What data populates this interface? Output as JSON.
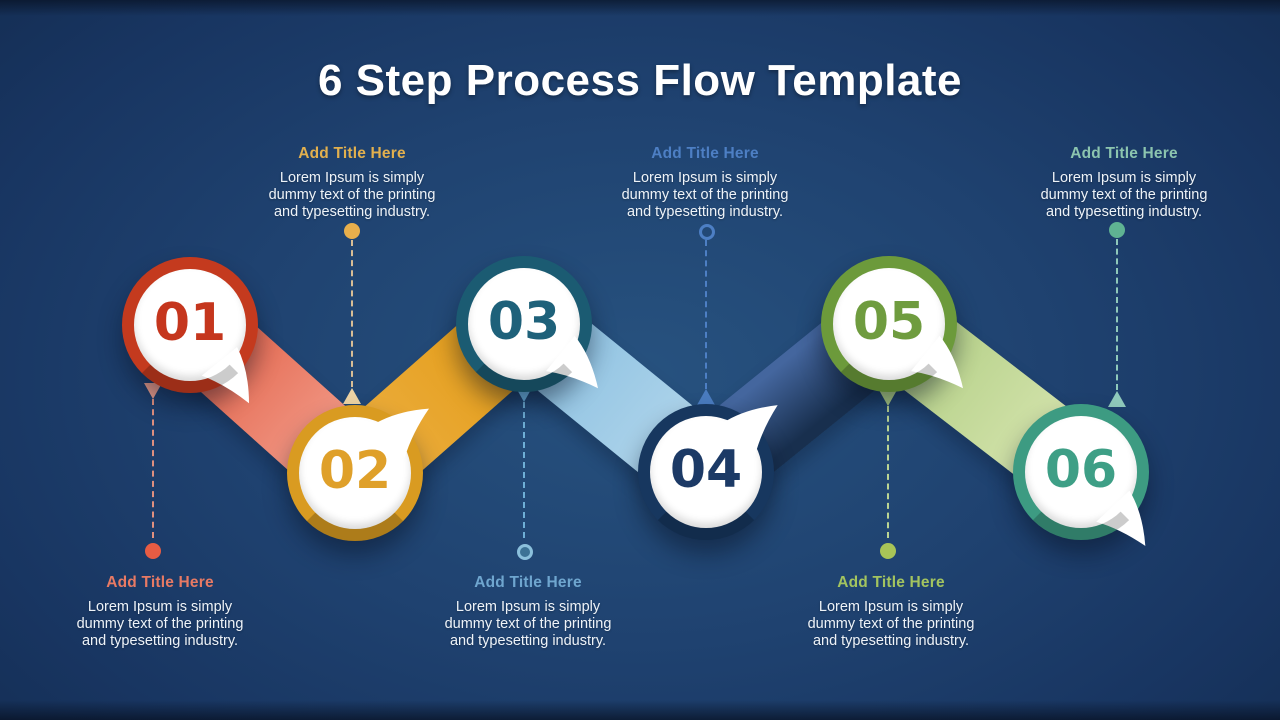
{
  "slide": {
    "title": "6 Step Process Flow Template",
    "background_center_color": "#27527f",
    "background_edge_color": "#122a4d"
  },
  "steps": [
    {
      "number": "01",
      "title": "Add Title Here",
      "body": "Lorem Ipsum is simply dummy text of the printing and typesetting industry.",
      "body_lines": [
        "Lorem Ipsum is simply",
        "dummy text of the printing",
        "and typesetting industry."
      ],
      "label_position": "below",
      "ring_color": "#c43a1e",
      "label_color": "#e87a64",
      "dot_color": "#e85c43",
      "line_color": "#e0907f"
    },
    {
      "number": "02",
      "title": "Add Title Here",
      "body": "Lorem Ipsum is simply dummy text of the printing and typesetting industry.",
      "body_lines": [
        "Lorem Ipsum is simply",
        "dummy text of the printing",
        "and typesetting industry."
      ],
      "label_position": "above",
      "ring_color": "#d99b21",
      "label_color": "#e2b04e",
      "dot_color": "#e8af4c",
      "line_color": "#d9be96"
    },
    {
      "number": "03",
      "title": "Add Title Here",
      "body": "Lorem Ipsum is simply dummy text of the printing and typesetting industry.",
      "body_lines": [
        "Lorem Ipsum is simply",
        "dummy text of the printing",
        "and typesetting industry."
      ],
      "label_position": "below",
      "ring_color": "#1b5b72",
      "label_color": "#6fa6cf",
      "dot_color": "#3c7295",
      "line_color": "#6fafd6"
    },
    {
      "number": "04",
      "title": "Add Title Here",
      "body": "Lorem Ipsum is simply dummy text of the printing and typesetting industry.",
      "body_lines": [
        "Lorem Ipsum is simply",
        "dummy text of the printing",
        "and typesetting industry."
      ],
      "label_position": "above",
      "ring_color": "#17375f",
      "label_color": "#4d7fc4",
      "dot_color": "#4d7fc4",
      "line_color": "#4d7fc4"
    },
    {
      "number": "05",
      "title": "Add Title Here",
      "body": "Lorem Ipsum is simply dummy text of the printing and typesetting industry.",
      "body_lines": [
        "Lorem Ipsum is simply",
        "dummy text of the printing",
        "and typesetting industry."
      ],
      "label_position": "below",
      "ring_color": "#6c9a3b",
      "label_color": "#a3c45f",
      "dot_color": "#a8c457",
      "line_color": "#bbd593"
    },
    {
      "number": "06",
      "title": "Add Title Here",
      "body": "Lorem Ipsum is simply dummy text of the printing and typesetting industry.",
      "body_lines": [
        "Lorem Ipsum is simply",
        "dummy text of the printing",
        "and typesetting industry."
      ],
      "label_position": "above",
      "ring_color": "#3d9b82",
      "label_color": "#8cc5af",
      "dot_color": "#5fb392",
      "line_color": "#8fc9bb"
    }
  ],
  "connectors": [
    {
      "from": "01",
      "to": "02",
      "gradient": [
        "#e05a40",
        "#f5a695"
      ]
    },
    {
      "from": "02",
      "to": "03",
      "gradient": [
        "#edb045",
        "#e29a12"
      ]
    },
    {
      "from": "03",
      "to": "04",
      "gradient": [
        "#86bddf",
        "#b7d9ed"
      ]
    },
    {
      "from": "04",
      "to": "05",
      "gradient": [
        "#182f4e",
        "#44669e"
      ]
    },
    {
      "from": "05",
      "to": "06",
      "gradient": [
        "#accb7e",
        "#dce8b6"
      ]
    }
  ]
}
